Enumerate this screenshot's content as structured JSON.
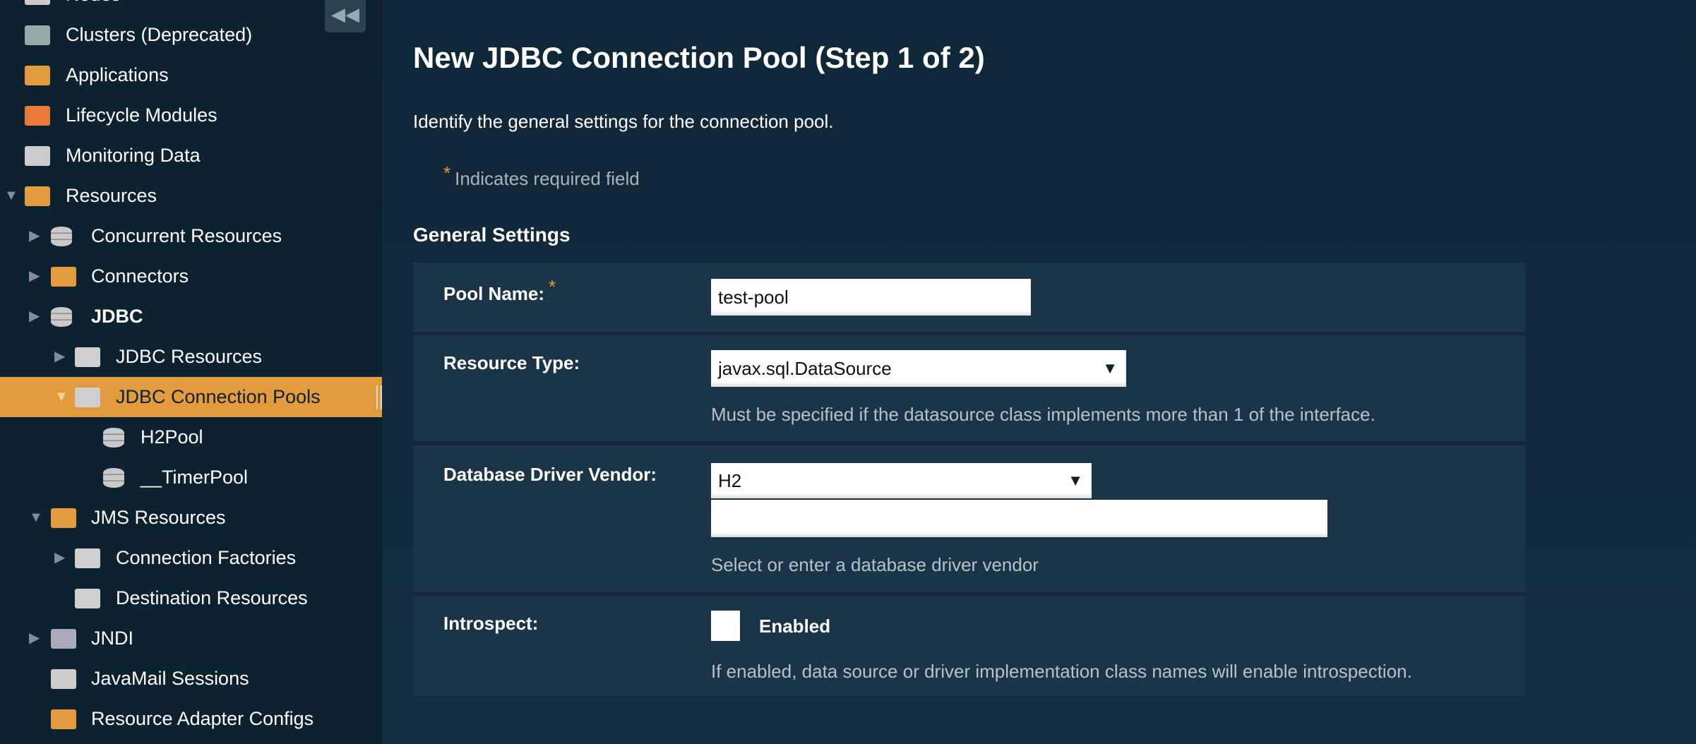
{
  "sidebar": {
    "collapse_icon": "double-chevron-left",
    "items": [
      {
        "label": "Nodes",
        "icon": "nodes-icon"
      },
      {
        "label": "Clusters (Deprecated)",
        "icon": "cluster-icon"
      },
      {
        "label": "Applications",
        "icon": "applications-icon"
      },
      {
        "label": "Lifecycle Modules",
        "icon": "lifecycle-icon"
      },
      {
        "label": "Monitoring Data",
        "icon": "monitor-icon"
      },
      {
        "label": "Resources",
        "icon": "box-icon",
        "expanded": true
      },
      {
        "label": "Concurrent Resources",
        "icon": "database-icon"
      },
      {
        "label": "Connectors",
        "icon": "puzzle-icon"
      },
      {
        "label": "JDBC",
        "icon": "database-icon"
      },
      {
        "label": "JDBC Resources",
        "icon": "folder-icon"
      },
      {
        "label": "JDBC Connection Pools",
        "icon": "folder-icon",
        "selected": true,
        "expanded": true
      },
      {
        "label": "H2Pool",
        "icon": "database-icon"
      },
      {
        "label": "__TimerPool",
        "icon": "database-icon"
      },
      {
        "label": "JMS Resources",
        "icon": "exchange-icon",
        "expanded": true
      },
      {
        "label": "Connection Factories",
        "icon": "folder-icon"
      },
      {
        "label": "Destination Resources",
        "icon": "folder-icon"
      },
      {
        "label": "JNDI",
        "icon": "filter-icon"
      },
      {
        "label": "JavaMail Sessions",
        "icon": "mail-icon"
      },
      {
        "label": "Resource Adapter Configs",
        "icon": "puzzle-icon"
      }
    ]
  },
  "main": {
    "title": "New JDBC Connection Pool (Step 1 of 2)",
    "intro": "Identify the general settings for the connection pool.",
    "required_star": "*",
    "required_note": "Indicates required field",
    "section": "General Settings",
    "fields": {
      "pool_name": {
        "label": "Pool Name:",
        "value": "test-pool",
        "required": true
      },
      "resource_type": {
        "label": "Resource Type:",
        "value": "javax.sql.DataSource",
        "help": "Must be specified if the datasource class implements more than 1 of the interface."
      },
      "vendor": {
        "label": "Database Driver Vendor:",
        "value": "H2",
        "text_value": "",
        "help": "Select or enter a database driver vendor"
      },
      "introspect": {
        "label": "Introspect:",
        "checkbox_label": "Enabled",
        "checked": false,
        "help": "If enabled, data source or driver implementation class names will enable introspection."
      }
    },
    "dropdown_arrow": "▼"
  },
  "colors": {
    "accent": "#e39c3d",
    "sidebar_bg": "#0c2231",
    "panel_bg": "#1a3547"
  }
}
